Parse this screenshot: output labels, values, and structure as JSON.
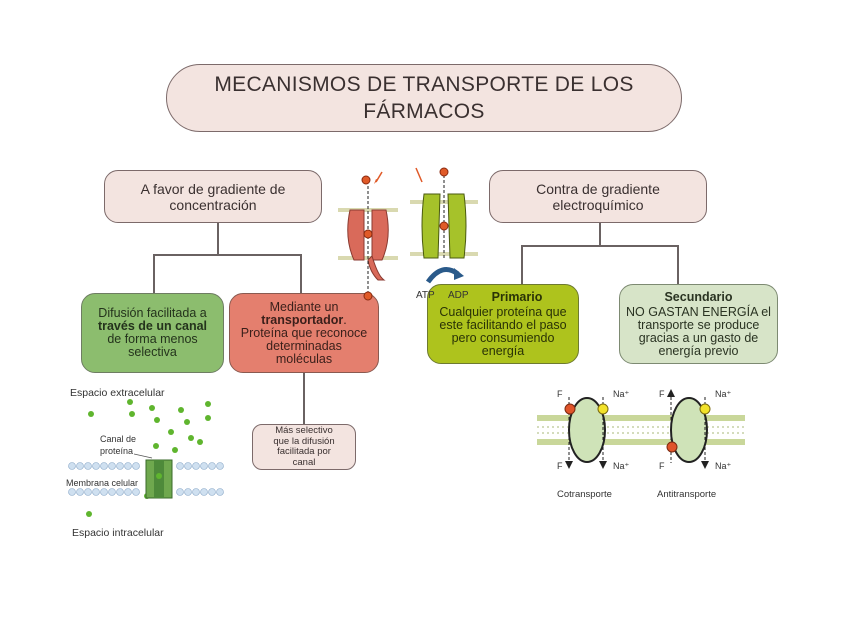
{
  "title": {
    "line1": "MECANISMOS DE TRANSPORTE DE LOS",
    "line2": "FÁRMACOS"
  },
  "left_category": {
    "line1": "A favor de gradiente de",
    "line2": "concentración"
  },
  "right_category": {
    "line1": "Contra de gradiente",
    "line2": "electroquímico"
  },
  "diffusion_box": {
    "l1": "Difusión facilitada a",
    "l2": "través de un canal",
    "l3": "de forma menos",
    "l4": "selectiva"
  },
  "transporter_box": {
    "l1": "Mediante un",
    "l2": "transportador",
    "l2_suffix": ".",
    "l3": "Proteína que reconoce",
    "l4": "determinadas",
    "l5": "moléculas"
  },
  "selective_box": {
    "l1": "Más selectivo",
    "l2": "que la difusión",
    "l3": "facilitada por",
    "l4": "canal"
  },
  "primary_box": {
    "heading": "Primario",
    "l1": "Cualquier proteína que",
    "l2": "este facilitando el paso",
    "l3": "pero consumiendo",
    "l4": "energía"
  },
  "secondary_box": {
    "heading": "Secundario",
    "l1": "NO GASTAN ENERGÍA  el",
    "l2": "transporte se produce",
    "l3": "gracias a un gasto de",
    "l4": "energía previo"
  },
  "membrane_figure": {
    "extracellular": "Espacio extracelular",
    "channel_l1": "Canal de",
    "channel_l2": "proteína",
    "membrane": "Membrana celular",
    "intracellular": "Espacio intracelular"
  },
  "atp_labels": {
    "atp": "ATP",
    "adp": "ADP"
  },
  "cotransport_figure": {
    "f_label": "F",
    "na_label": "Na⁺",
    "cotransport": "Cotransporte",
    "antitransport": "Antitransporte"
  },
  "colors": {
    "pink_fill": "#f3e4e0",
    "green_fill": "#8cbd6e",
    "salmon_fill": "#e47f6e",
    "lime_fill": "#aec31d",
    "sage_fill": "#d7e4c8",
    "membrane": "#c9d79a"
  }
}
